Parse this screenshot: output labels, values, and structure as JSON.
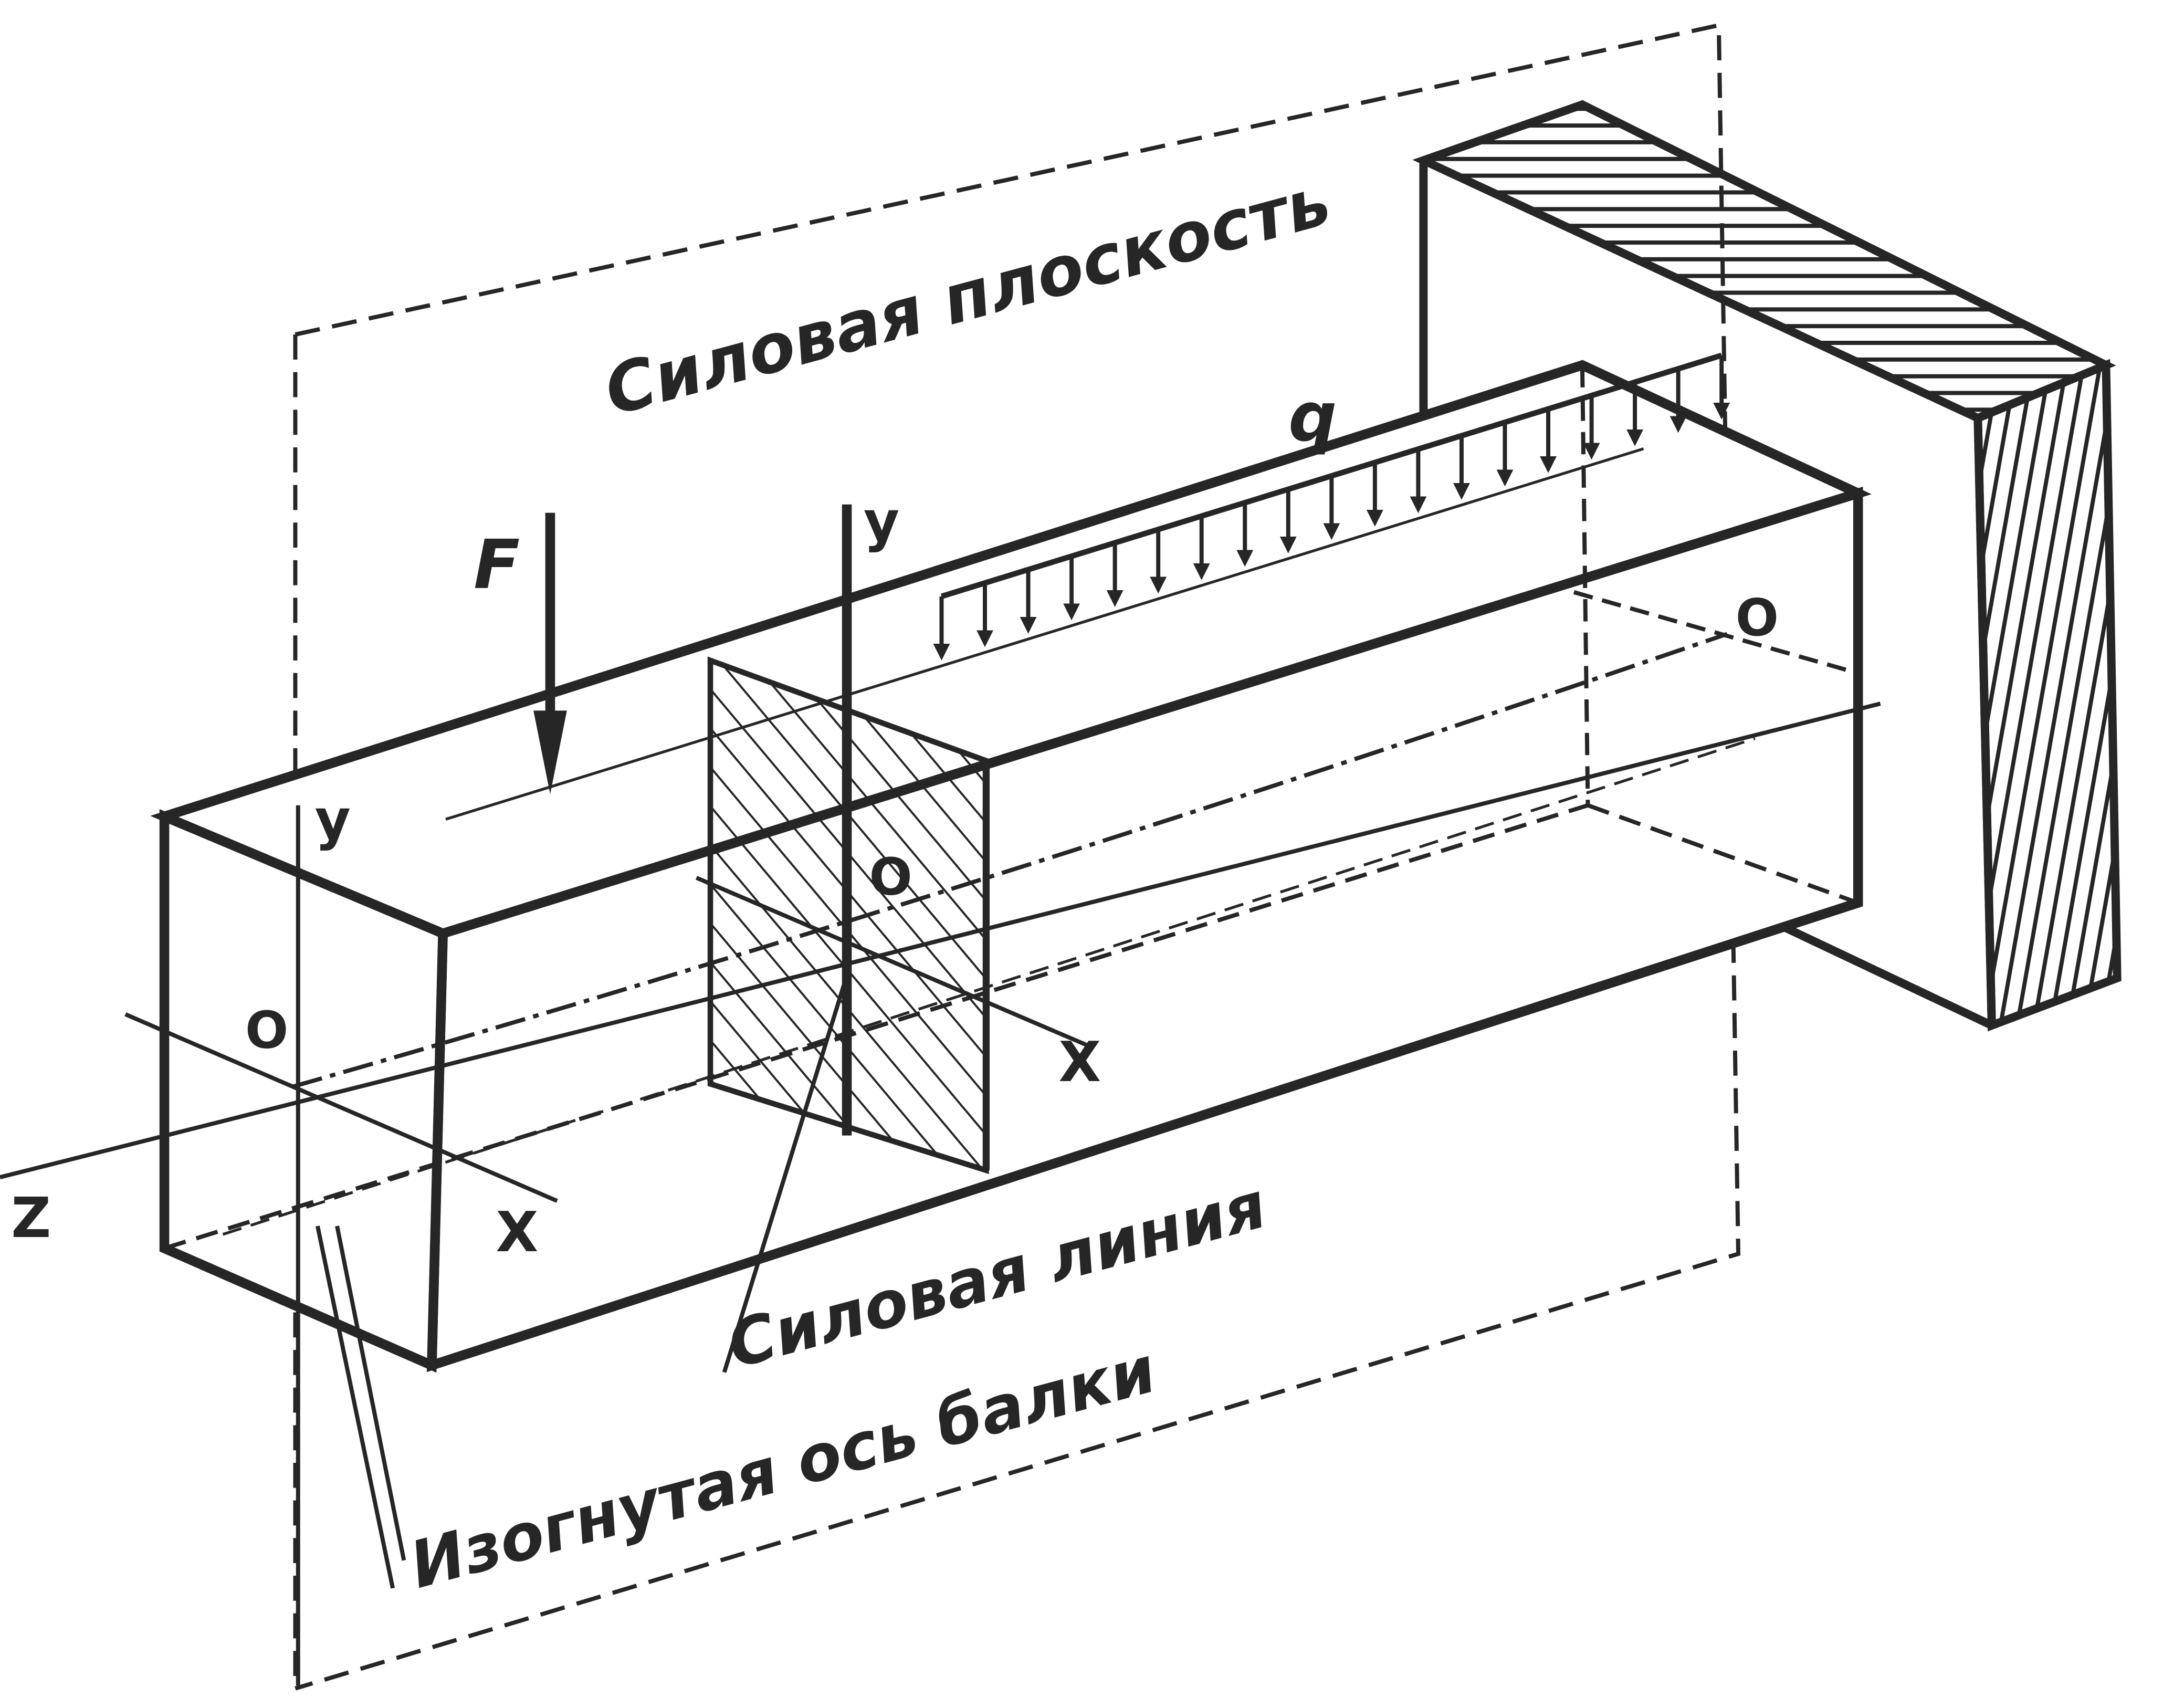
{
  "labels": {
    "force_plane": "Силовая плоскость",
    "load_q": "q",
    "force_F": "F",
    "axis_y_mid": "y",
    "axis_y_end": "y",
    "origin_wall": "O",
    "origin_mid": "O",
    "origin_end": "O",
    "axis_x_mid": "X",
    "axis_x_end": "X",
    "axis_z": "Z",
    "force_line": "Силовая линия",
    "bent_axis": "Изогнутая ось балки"
  },
  "colors": {
    "ink": "#262626",
    "paper": "#ffffff"
  }
}
